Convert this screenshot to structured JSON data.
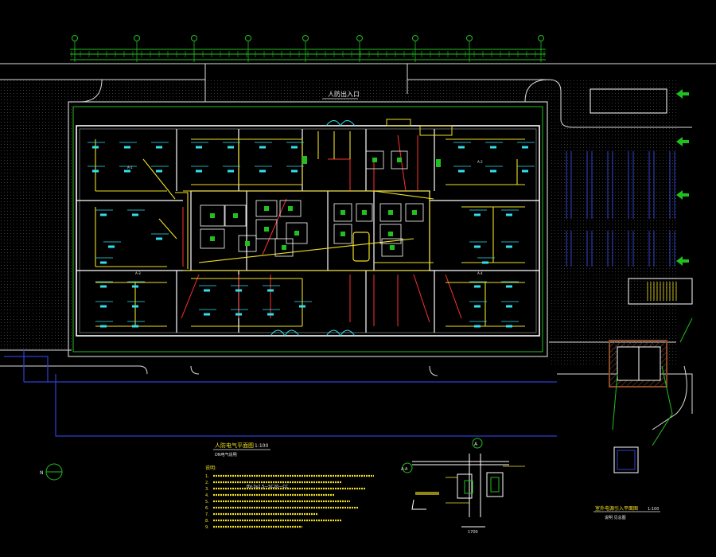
{
  "drawing": {
    "entrance_label": "人防出入口",
    "plan_title": "人防电气平面图",
    "plan_scale": "1:100",
    "plan_subtitle": "DN电气说明",
    "notes_heading": "说明:",
    "notes": [
      "1. ",
      "2. ",
      "3. ",
      "4. ",
      "5. ",
      "6. ",
      "7. ",
      "8. ",
      "9. "
    ],
    "notes_formula": "BV-3x2.5—SC20—CC",
    "detail_tag_a": "A",
    "detail_tag_b": "A-A",
    "detail_dim": "1700",
    "rooms": [
      "A-1",
      "A-2",
      "A-3",
      "A-4"
    ],
    "site_title": "室外电源引入平面图",
    "site_scale": "1:100",
    "site_subtitle": "说明 见总图",
    "north": "N"
  },
  "colors": {
    "background": "#000000",
    "wall": "#ffffff",
    "conduit": "#f0e020",
    "fixture": "#30e0f0",
    "grid": "#20c020",
    "outline": "#2f3fcf",
    "power": "#ff3030",
    "hatch": "#8a4a2a"
  },
  "icons": [
    "north-arrow-icon",
    "green-arrow-icon",
    "axis-bubble-icon",
    "stair-icon"
  ]
}
